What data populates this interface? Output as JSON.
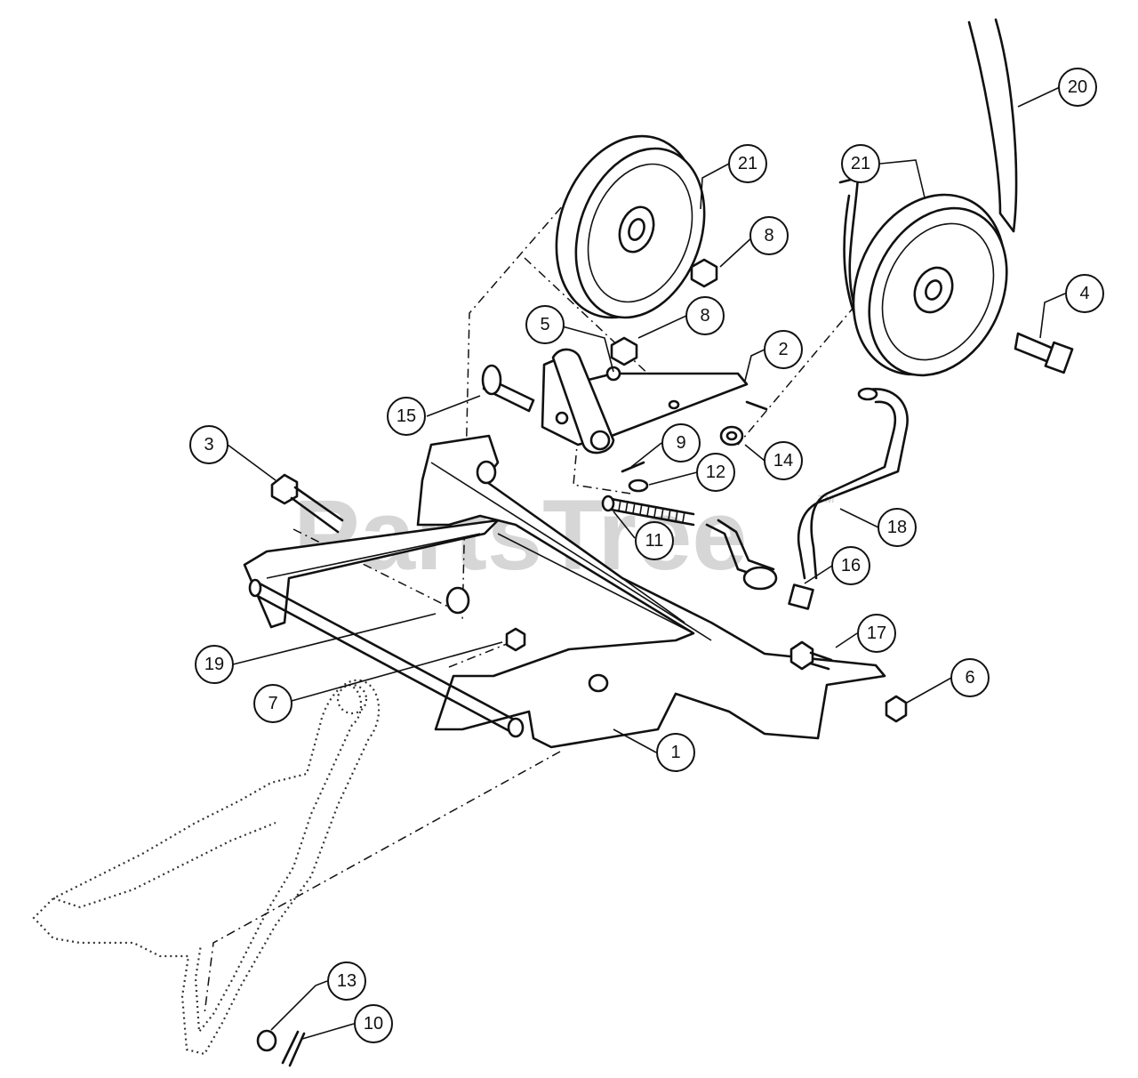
{
  "watermark": {
    "text": "PartsTree",
    "trademark": "™"
  },
  "callouts": [
    {
      "id": "c20",
      "label": "20"
    },
    {
      "id": "c21a",
      "label": "21"
    },
    {
      "id": "c21b",
      "label": "21"
    },
    {
      "id": "c8a",
      "label": "8"
    },
    {
      "id": "c8b",
      "label": "8"
    },
    {
      "id": "c4",
      "label": "4"
    },
    {
      "id": "c5",
      "label": "5"
    },
    {
      "id": "c2",
      "label": "2"
    },
    {
      "id": "c15",
      "label": "15"
    },
    {
      "id": "c9",
      "label": "9"
    },
    {
      "id": "c14",
      "label": "14"
    },
    {
      "id": "c3",
      "label": "3"
    },
    {
      "id": "c12",
      "label": "12"
    },
    {
      "id": "c11",
      "label": "11"
    },
    {
      "id": "c18",
      "label": "18"
    },
    {
      "id": "c16",
      "label": "16"
    },
    {
      "id": "c19",
      "label": "19"
    },
    {
      "id": "c17",
      "label": "17"
    },
    {
      "id": "c6",
      "label": "6"
    },
    {
      "id": "c7",
      "label": "7"
    },
    {
      "id": "c1",
      "label": "1"
    },
    {
      "id": "c13",
      "label": "13"
    },
    {
      "id": "c10",
      "label": "10"
    }
  ]
}
